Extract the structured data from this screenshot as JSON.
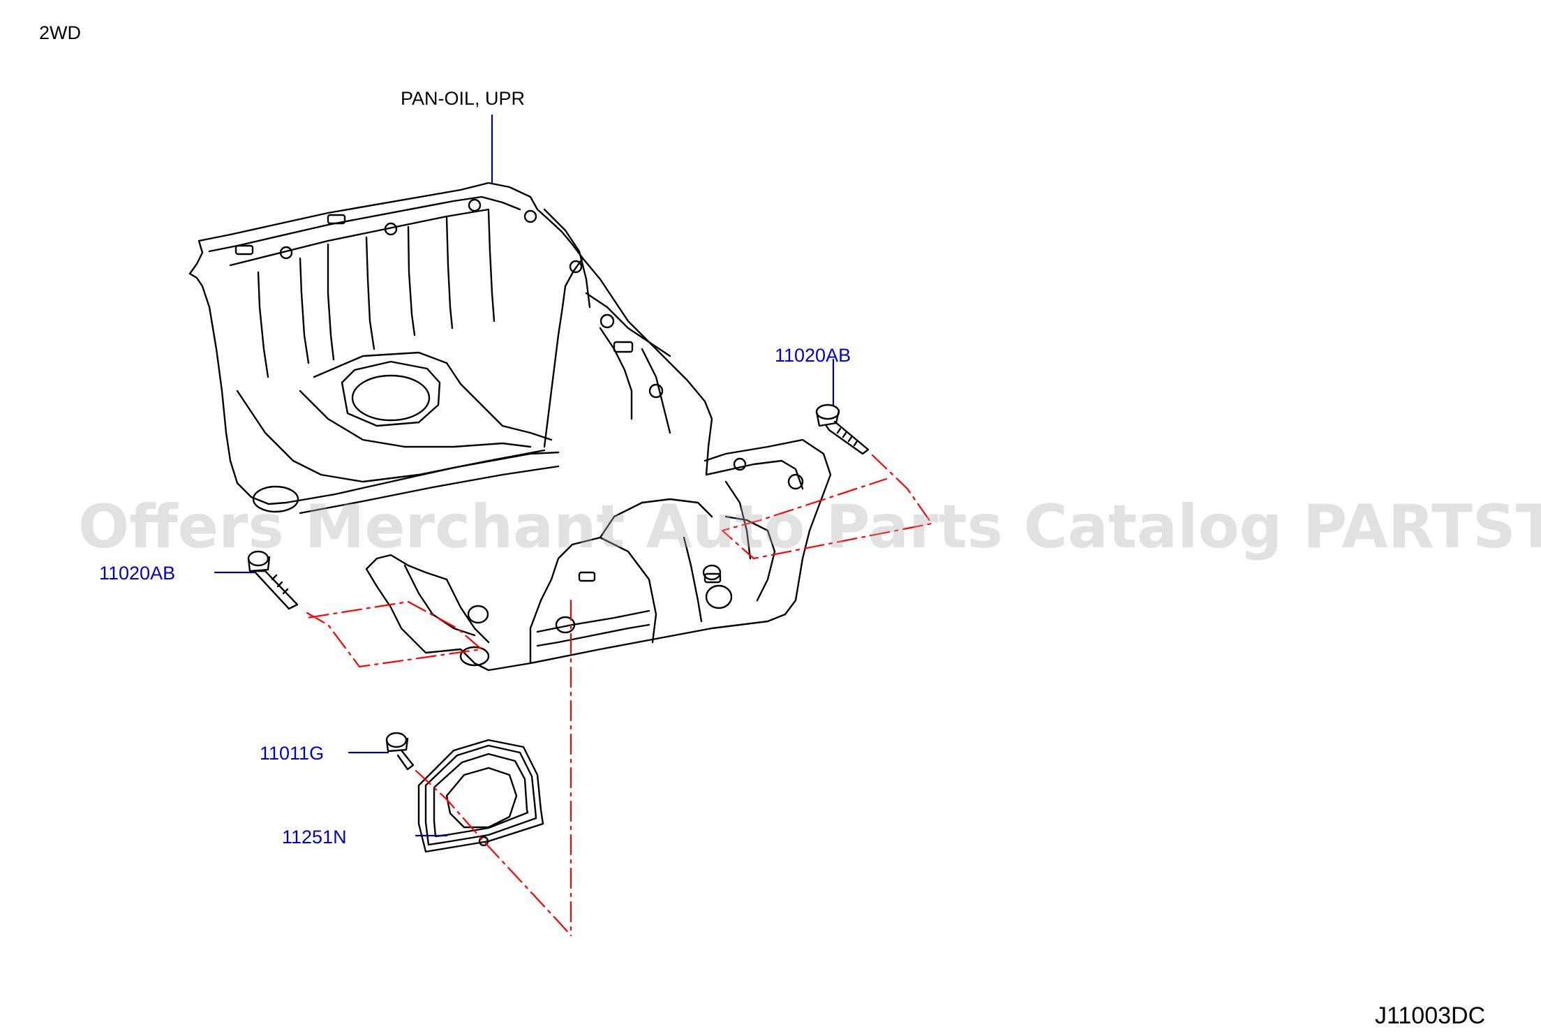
{
  "variant_label": "2WD",
  "main_part_label": "PAN-OIL,  UPR",
  "callouts": {
    "bolt_right": "11020AB",
    "bolt_left": "11020AB",
    "bolt_small": "11011G",
    "gasket": "11251N"
  },
  "watermark": "Offers Merchant Auto Parts Catalog PARTSTORE.SA",
  "diagram_code": "J11003DC",
  "colors": {
    "line_art": "#000000",
    "callout_text": "#0000cc",
    "callout_leader": "#00008b",
    "assembly_dash": "#ff0000",
    "watermark": "#afafaf"
  }
}
